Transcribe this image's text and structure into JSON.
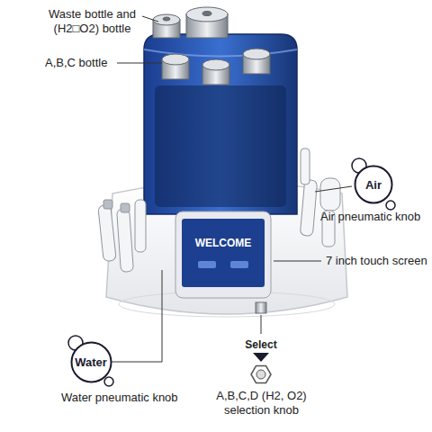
{
  "diagram": {
    "nodes": [
      {
        "text": [
          "Air"
        ]
      },
      {
        "text": [
          "Water"
        ]
      }
    ],
    "labels": [
      "Waste bottle and (H2□O2) bottle",
      "A,B,C bottle",
      "Air pneumatic knob",
      "WELCOME",
      "7 inch touch screen",
      "Select",
      "Water pneumatic knob",
      "A,B,C,D (H2, O2) selection knob"
    ]
  }
}
